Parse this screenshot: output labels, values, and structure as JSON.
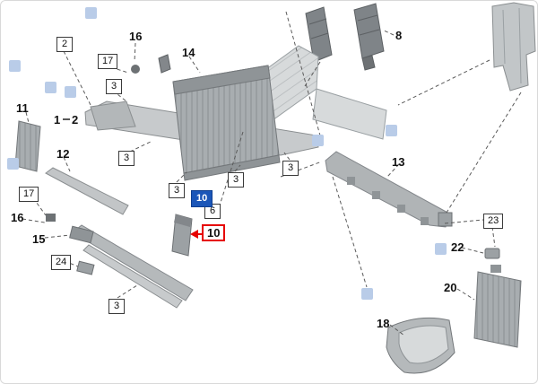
{
  "diagram": {
    "description": "Exploded parts diagram of vehicle front-end / radiator support assembly",
    "colors": {
      "highlight_blue": "#1b56b8",
      "selection_red": "#e60000",
      "marker_blue": "#b9cce8",
      "part_gray": "#b0b4b6",
      "leader_line": "#5a5a5a"
    },
    "labels": {
      "plain": [
        {
          "id": "16-top",
          "text": "16"
        },
        {
          "id": "14",
          "text": "14"
        },
        {
          "id": "8",
          "text": "8"
        },
        {
          "id": "11",
          "text": "11"
        },
        {
          "id": "1",
          "text": "1"
        },
        {
          "id": "2",
          "text": "2"
        },
        {
          "id": "12",
          "text": "12"
        },
        {
          "id": "16-left",
          "text": "16"
        },
        {
          "id": "15",
          "text": "15"
        },
        {
          "id": "13",
          "text": "13"
        },
        {
          "id": "22",
          "text": "22"
        },
        {
          "id": "20",
          "text": "20"
        },
        {
          "id": "18",
          "text": "18"
        }
      ],
      "boxed": [
        {
          "id": "2-box",
          "text": "2"
        },
        {
          "id": "17-top-box",
          "text": "17"
        },
        {
          "id": "3-box-a",
          "text": "3"
        },
        {
          "id": "3-box-b",
          "text": "3"
        },
        {
          "id": "3-box-c",
          "text": "3"
        },
        {
          "id": "3-box-d",
          "text": "3"
        },
        {
          "id": "3-box-e",
          "text": "3"
        },
        {
          "id": "6-box",
          "text": "6"
        },
        {
          "id": "17-left-box",
          "text": "17"
        },
        {
          "id": "24-box",
          "text": "24"
        },
        {
          "id": "3-box-f",
          "text": "3"
        },
        {
          "id": "23-box",
          "text": "23"
        }
      ],
      "highlighted": {
        "id": "10-highlight",
        "text": "10"
      },
      "selected": {
        "id": "10-selected",
        "text": "10"
      }
    }
  }
}
